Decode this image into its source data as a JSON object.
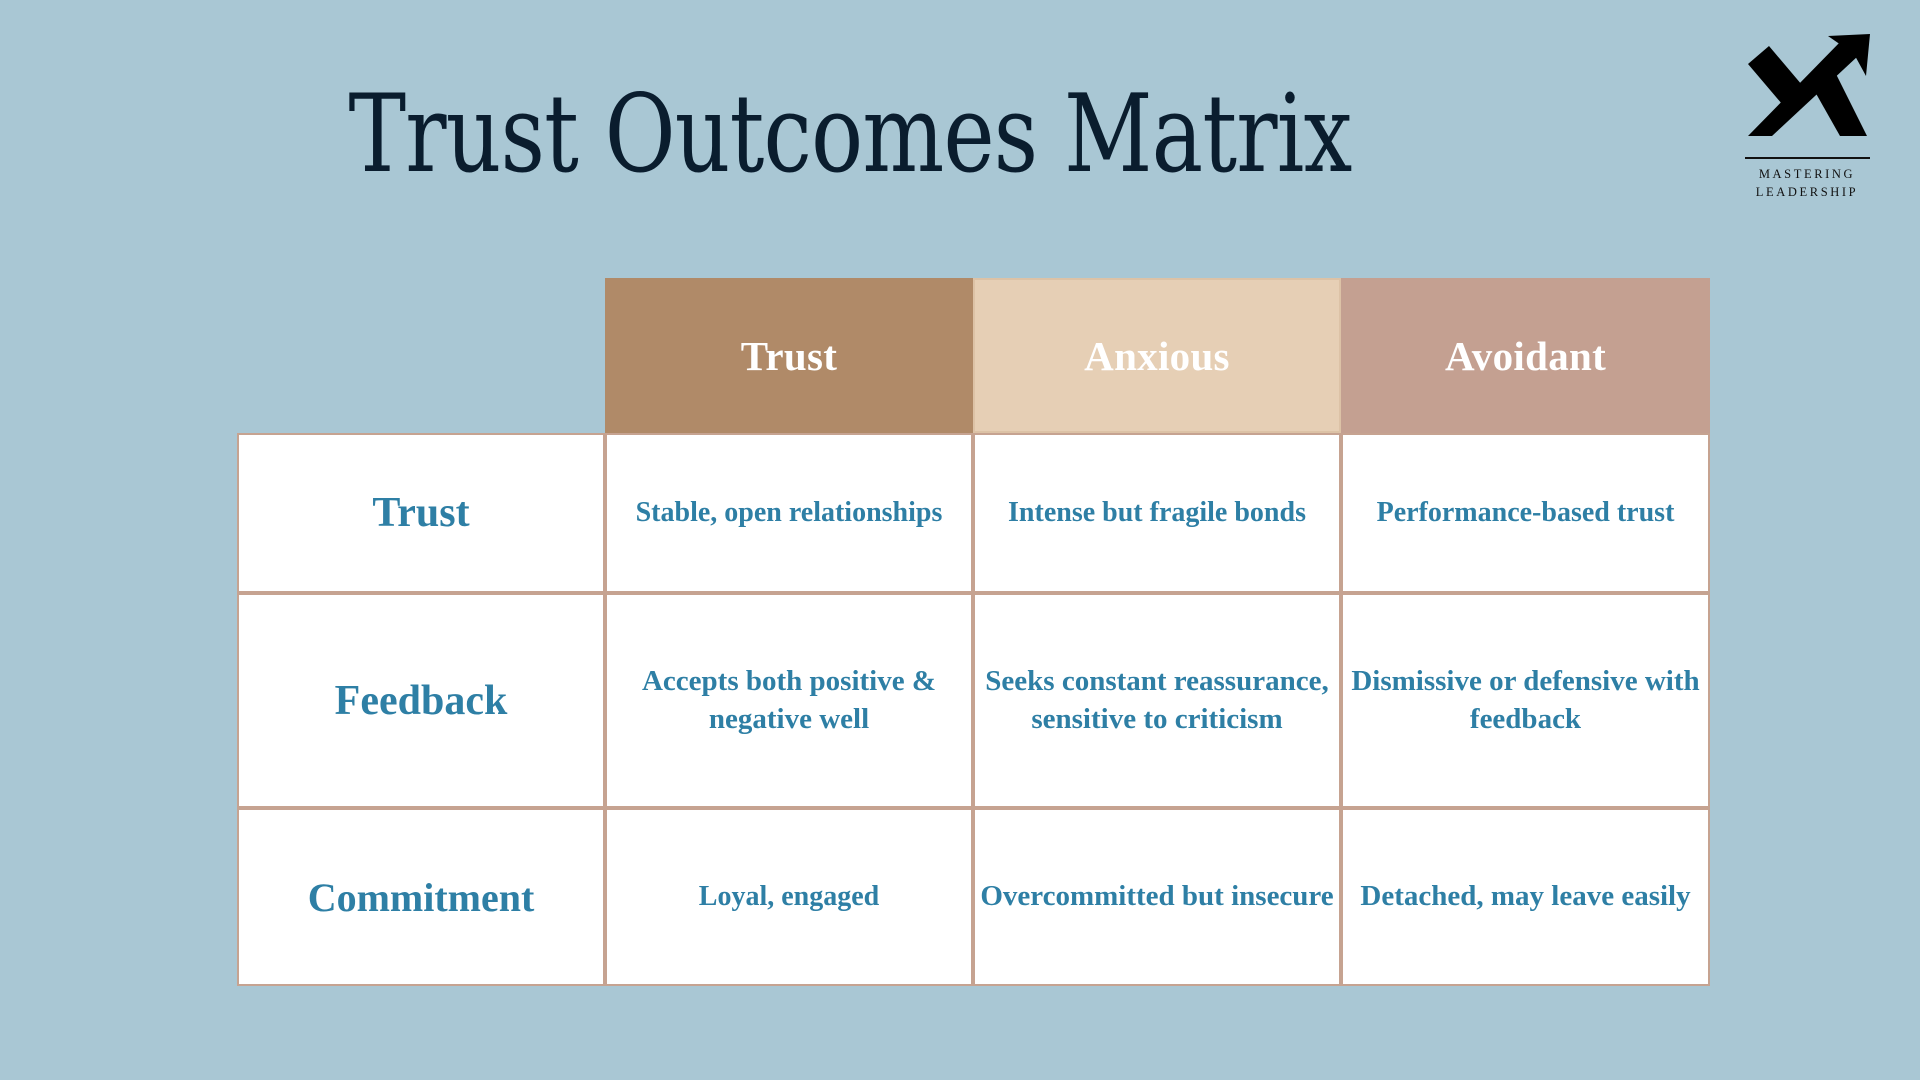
{
  "page": {
    "title": "Trust Outcomes Matrix",
    "background_color": "#a9c7d4",
    "title_color": "#0a1d2e"
  },
  "logo": {
    "icon_name": "x-arrow-logo-mark",
    "line1": "MASTERING",
    "line2": "LEADERSHIP",
    "color": "#111111"
  },
  "colors": {
    "header_trust": "#b08a68",
    "header_anxious": "#e6cfb5",
    "header_avoidant": "#c4a091",
    "cell_border": "#c6a391",
    "cell_text": "#2e7fa5",
    "cell_background": "#ffffff",
    "header_text": "#ffffff"
  },
  "matrix": {
    "corner_label": "",
    "columns": [
      "Trust",
      "Anxious",
      "Avoidant"
    ],
    "rows": [
      {
        "label": "Trust",
        "cells": [
          "Stable, open relationships",
          "Intense but fragile bonds",
          "Performance-based trust"
        ]
      },
      {
        "label": "Feedback",
        "cells": [
          "Accepts both positive & negative well",
          "Seeks constant reassurance, sensitive to criticism",
          "Dismissive or defensive with feedback"
        ]
      },
      {
        "label": "Commitment",
        "cells": [
          "Loyal, engaged",
          "Overcommitted but insecure",
          "Detached, may leave easily"
        ]
      }
    ]
  }
}
